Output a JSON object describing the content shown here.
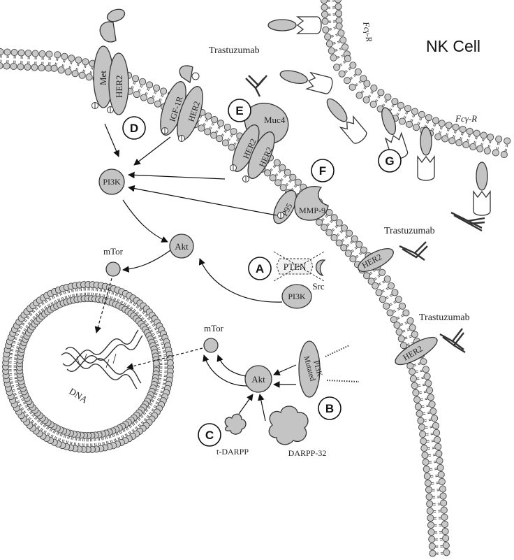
{
  "labels": {
    "nk_cell": "NK Cell",
    "fcr_top": "Fcγ-R",
    "fcr_mid": "Fcγ-R",
    "trastuzumab_top": "Trastuzumab",
    "trastuzumab_mid": "Trastuzumab",
    "trastuzumab_low": "Trastuzumab",
    "met": "Met",
    "her2": "HER2",
    "igf1r": "IGF-1R",
    "muc4": "Muc4",
    "p95": "P95",
    "mmp9": "MMP-9",
    "pi3k": "PI3K",
    "akt": "Akt",
    "mtor": "mTor",
    "pten": "PTEN",
    "src": "Src",
    "mutated_pi3k_line1": "Mutated",
    "mutated_pi3k_line2": "PI3K",
    "t_darpp": "t-DARPP",
    "darpp32": "DARPP-32",
    "dna": "DNA",
    "phospho": "P"
  },
  "markers": [
    "A",
    "B",
    "C",
    "D",
    "E",
    "F",
    "G"
  ],
  "colors": {
    "protein_fill": "#c4c4c4",
    "outline": "#333333",
    "lipid_head": "#c8c8c8"
  }
}
